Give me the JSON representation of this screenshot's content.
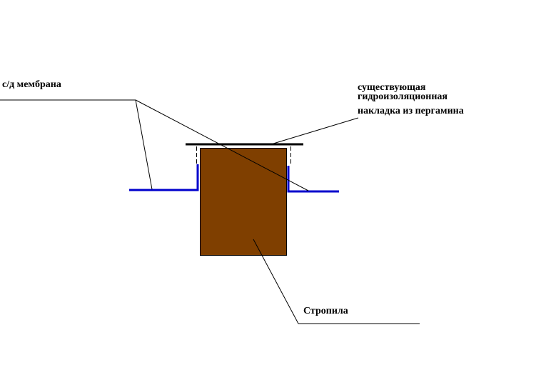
{
  "labels": {
    "membrane": "с/д мембрана",
    "overlay_line1": "существующая",
    "overlay_line2": "гидроизоляционная",
    "overlay_line3": "накладка из пергамина",
    "rafter": "Стропила"
  },
  "colors": {
    "rafter": "#7f3f00",
    "membrane": "#0000cc",
    "lines": "#000000"
  }
}
